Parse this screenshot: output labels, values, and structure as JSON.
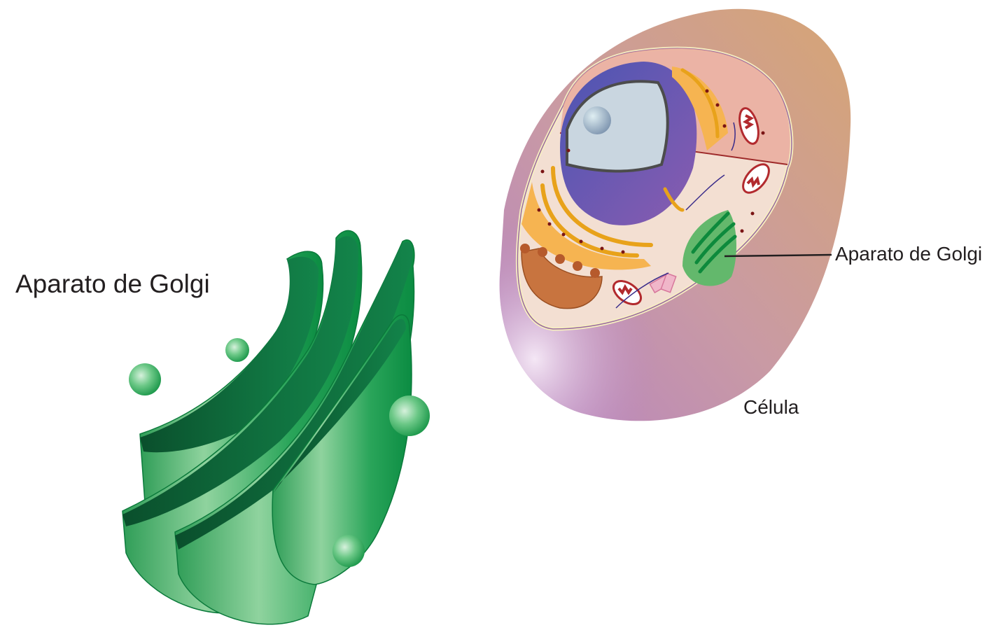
{
  "diagram": {
    "title": "Aparato de Golgi",
    "labels": {
      "golgi_large": "Aparato de Golgi",
      "golgi_callout": "Aparato de Golgi",
      "cell": "Célula"
    },
    "parts": [
      {
        "name": "golgi-apparatus-enlarged",
        "color": "#0b9444"
      },
      {
        "name": "vesicle",
        "color": "#5cbf77"
      },
      {
        "name": "cell-membrane",
        "color": "#c99a86"
      },
      {
        "name": "nucleus",
        "color": "#5a5bb5"
      },
      {
        "name": "nucleolus",
        "color": "#a8c3cf"
      },
      {
        "name": "rough-endoplasmic-reticulum",
        "color": "#f6b451"
      },
      {
        "name": "smooth-endoplasmic-reticulum",
        "color": "#c8743f"
      },
      {
        "name": "mitochondrion",
        "color": "#b22a2e"
      },
      {
        "name": "centrioles",
        "color": "#e39ab4"
      },
      {
        "name": "golgi-apparatus-in-cell",
        "color": "#3aa857"
      }
    ],
    "colors": {
      "text": "#231f20",
      "background": "#ffffff",
      "callout_line": "#231f20"
    }
  }
}
